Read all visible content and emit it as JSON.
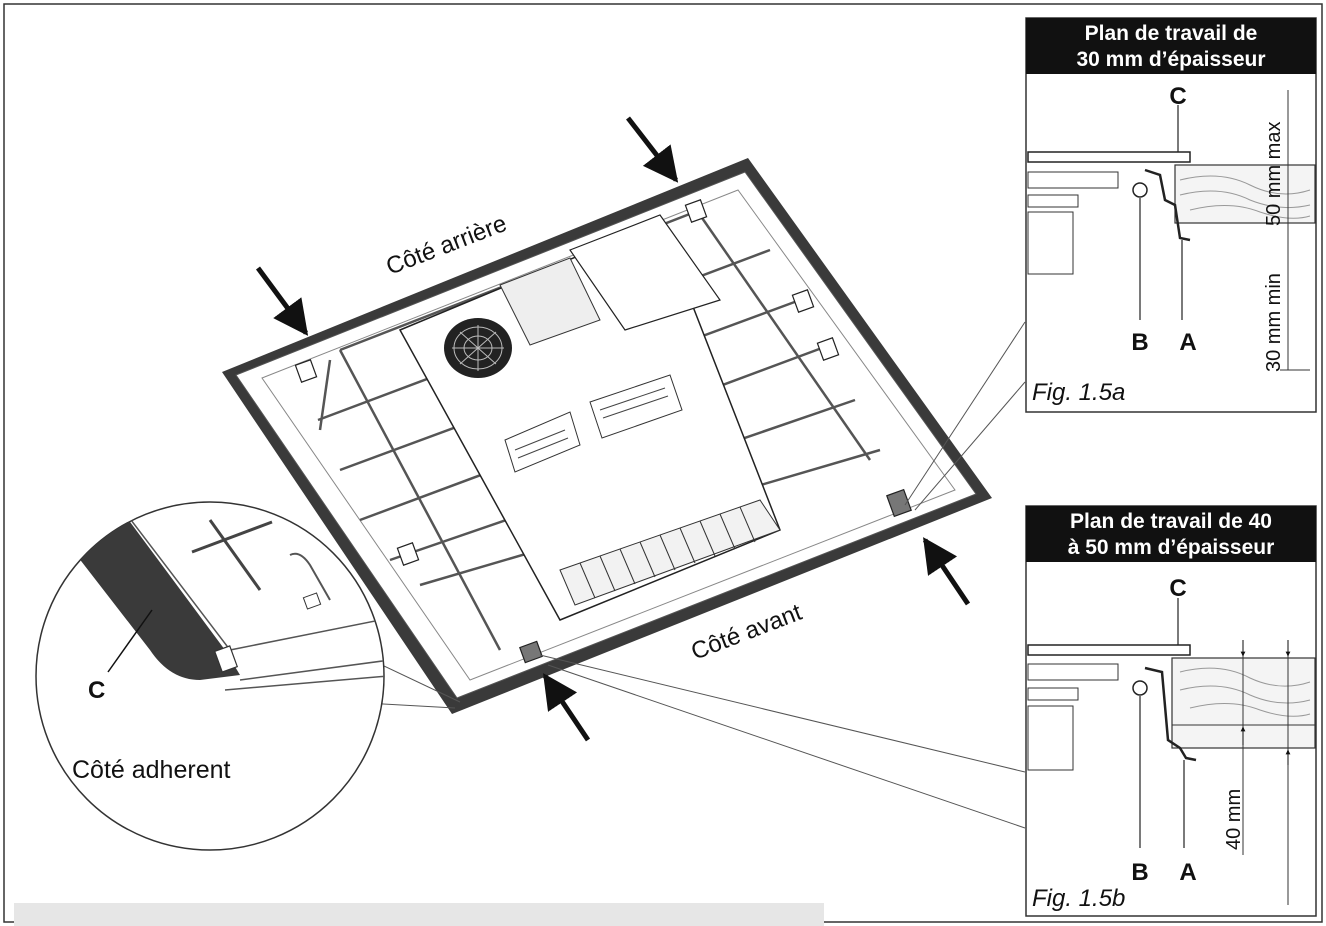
{
  "labels": {
    "back_side": "Côté arrière",
    "front_side": "Côté avant",
    "adhesive_side": "Côté adherent",
    "part_c": "C",
    "part_b": "B",
    "part_a": "A"
  },
  "panel_a": {
    "title_line1": "Plan de travail de",
    "title_line2": "30 mm d’épaisseur",
    "dim_min": "30 mm min",
    "dim_max": "50 mm max",
    "figure": "Fig. 1.5a"
  },
  "panel_b": {
    "title_line1": "Plan de travail de 40",
    "title_line2": "à 50 mm d’épaisseur",
    "dim": "40 mm",
    "figure": "Fig. 1.5b"
  }
}
